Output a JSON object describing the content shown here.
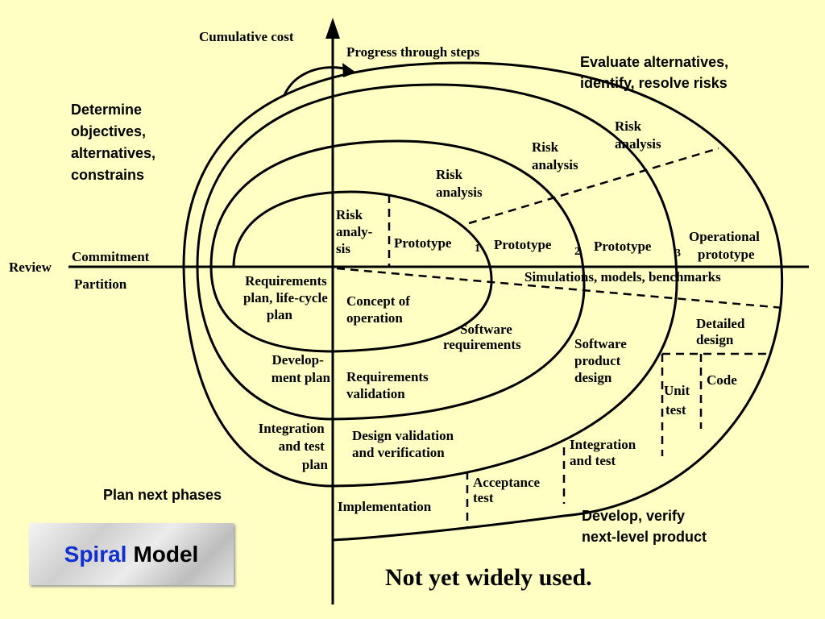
{
  "title": {
    "word1": "Spiral",
    "word2": "Model"
  },
  "footer": "Not yet widely used.",
  "axes": {
    "y_label": "Cumulative cost",
    "arrow_label": "Progress through steps",
    "left_review": "Review",
    "commitment": "Commitment",
    "partition": "Partition"
  },
  "quadrants": {
    "top_left": [
      "Determine",
      "objectives,",
      "alternatives,",
      "constrains"
    ],
    "top_right": [
      "Evaluate alternatives,",
      "identify, resolve risks"
    ],
    "bottom_left": "Plan next phases",
    "bottom_right": [
      "Develop, verify",
      "next-level product"
    ]
  },
  "risk_analysis": {
    "ra0": [
      "Risk",
      "analy-",
      "sis"
    ],
    "ra1": [
      "Risk",
      "analysis"
    ],
    "ra2": [
      "Risk",
      "analysis"
    ],
    "ra3": [
      "Risk",
      "analysis"
    ]
  },
  "prototypes": {
    "p1": "Prototype",
    "p1_sub": "1",
    "p2": "Prototype",
    "p2_sub": "2",
    "p3": "Prototype",
    "p3_sub": "3",
    "operational": [
      "Operational",
      "prototype"
    ]
  },
  "simulations": "Simulations, models, benchmarks",
  "planning": {
    "requirements_plan": [
      "Requirements",
      "plan, life-cycle",
      "plan"
    ],
    "development_plan": [
      "Develop-",
      "ment plan"
    ],
    "integration_plan": [
      "Integration",
      "and test",
      "plan"
    ]
  },
  "development": {
    "concept": [
      "Concept of",
      "operation"
    ],
    "software_requirements": [
      "Software",
      "requirements"
    ],
    "requirements_validation": [
      "Requirements",
      "validation"
    ],
    "software_product_design": [
      "Software",
      "product",
      "design"
    ],
    "design_validation": [
      "Design validation",
      "and verification"
    ],
    "detailed_design": [
      "Detailed",
      "design"
    ],
    "unit_test": [
      "Unit",
      "test"
    ],
    "code": "Code",
    "integration_test": [
      "Integration",
      "and test"
    ],
    "acceptance_test": [
      "Acceptance",
      "test"
    ],
    "implementation": "Implementation"
  }
}
